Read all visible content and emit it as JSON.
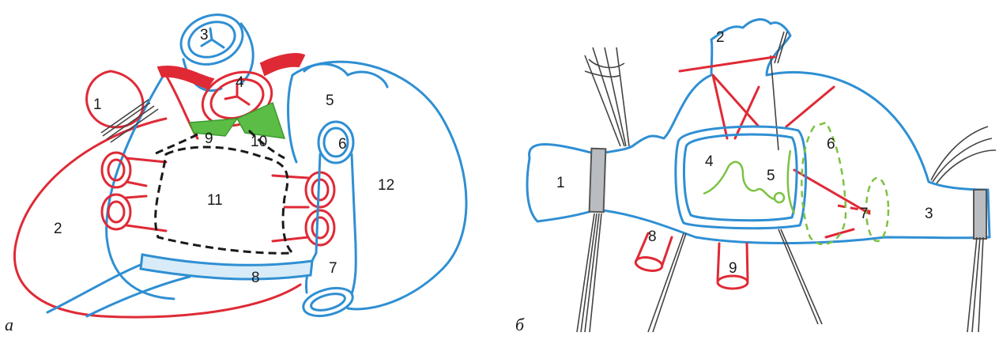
{
  "panel_a": {
    "caption": "а",
    "labels": [
      "1",
      "2",
      "3",
      "4",
      "5",
      "6",
      "7",
      "8",
      "9",
      "10",
      "11",
      "12"
    ]
  },
  "panel_b": {
    "caption": "б",
    "labels": [
      "1",
      "2",
      "3",
      "4",
      "5",
      "6",
      "7",
      "8",
      "9"
    ]
  },
  "colors": {
    "blue": "#2f8fd3",
    "red": "#df2a36",
    "green": "#7cc242",
    "black": "#1a1a1a"
  }
}
